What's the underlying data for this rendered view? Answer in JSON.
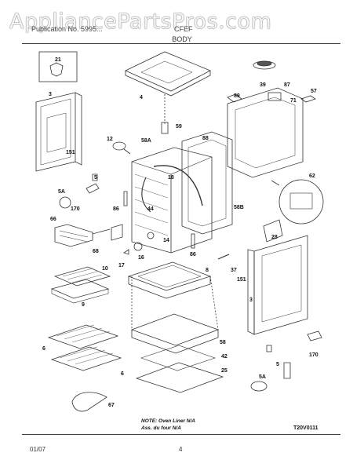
{
  "header": {
    "watermark": "AppliancePartsPros.com",
    "left_text": "Publication No. 5995...",
    "right_text": "CFEF",
    "title": "BODY"
  },
  "diagram": {
    "callouts": [
      "21",
      "4",
      "39",
      "87",
      "3",
      "89",
      "71",
      "57",
      "59",
      "12",
      "58A",
      "88",
      "151",
      "5",
      "18",
      "62",
      "5A",
      "170",
      "86",
      "44",
      "58B",
      "66",
      "28",
      "68",
      "14",
      "16",
      "86",
      "17",
      "37",
      "151",
      "10",
      "8",
      "3",
      "9",
      "58",
      "6",
      "42",
      "25",
      "6",
      "5",
      "170",
      "5A",
      "67"
    ],
    "note_line1": "NOTE: Oven Liner N/A",
    "note_line2": "Ass. du four N/A",
    "drawing_code": "T20V0111"
  },
  "footer": {
    "date": "01/07",
    "page_number": "4"
  }
}
